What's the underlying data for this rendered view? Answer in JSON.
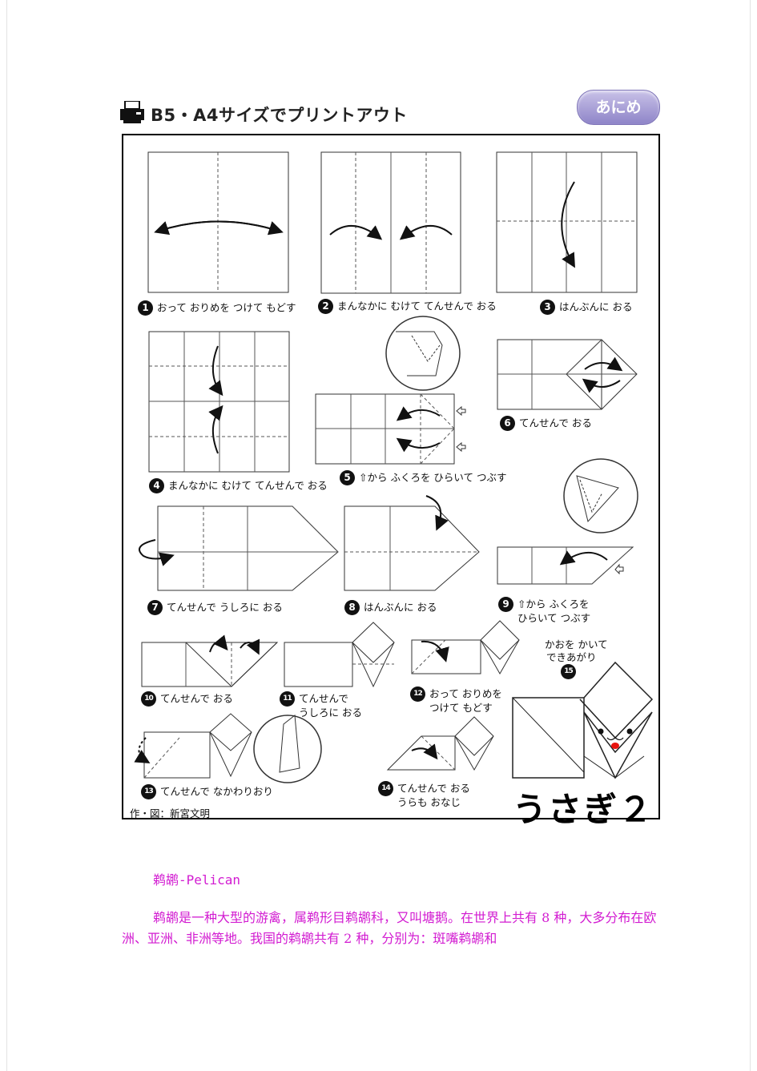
{
  "header": {
    "print_label": "B5・A4サイズでプリントアウト",
    "anime_badge": "あにめ",
    "printer_icon": "printer-icon"
  },
  "steps": [
    {
      "num": "1",
      "text": "おって おりめを つけて もどす"
    },
    {
      "num": "2",
      "text": "まんなかに むけて てんせんで おる"
    },
    {
      "num": "3",
      "text": "はんぶんに おる"
    },
    {
      "num": "4",
      "text": "まんなかに むけて てんせんで おる"
    },
    {
      "num": "5",
      "text": "⇧から ふくろを ひらいて つぶす"
    },
    {
      "num": "6",
      "text": "てんせんで おる"
    },
    {
      "num": "7",
      "text": "てんせんで うしろに おる"
    },
    {
      "num": "8",
      "text": "はんぶんに おる"
    },
    {
      "num": "9",
      "text": "⇧から ふくろを",
      "text2": "ひらいて つぶす"
    },
    {
      "num": "10",
      "text": "てんせんで おる"
    },
    {
      "num": "11",
      "text": "てんせんで",
      "text2": "うしろに おる"
    },
    {
      "num": "12",
      "text": "おって おりめを",
      "text2": "つけて もどす"
    },
    {
      "num": "13",
      "text": "てんせんで なかわりおり"
    },
    {
      "num": "14",
      "text": "てんせんで おる",
      "text2": "うらも おなじ"
    },
    {
      "num": "15",
      "pre1": "かおを かいて",
      "pre2": "できあがり"
    }
  ],
  "model_title": "うさぎ２",
  "credit": "作・図：新宮文明",
  "article": {
    "title": "鹈鹕-Pelican",
    "body": "鹈鹕是一种大型的游禽，属鹈形目鹈鹕科，又叫塘鹅。在世界上共有 8 种，大多分布在欧洲、亚洲、非洲等地。我国的鹈鹕共有 2 种，分别为：斑嘴鹈鹕和"
  },
  "colors": {
    "article_text": "#d21bd1",
    "badge": "#8e84c8",
    "nose": "#e8140f"
  }
}
